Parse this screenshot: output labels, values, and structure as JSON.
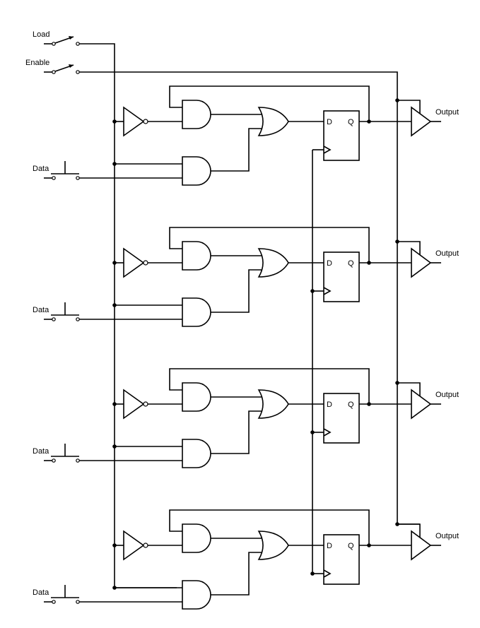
{
  "labels": {
    "load": "Load",
    "enable": "Enable",
    "data": "Data",
    "output": "Output",
    "ff_d": "D",
    "ff_q": "Q"
  },
  "stages": [
    {
      "data_label": "Data",
      "output_label": "Output"
    },
    {
      "data_label": "Data",
      "output_label": "Output"
    },
    {
      "data_label": "Data",
      "output_label": "Output"
    },
    {
      "data_label": "Data",
      "output_label": "Output"
    }
  ]
}
